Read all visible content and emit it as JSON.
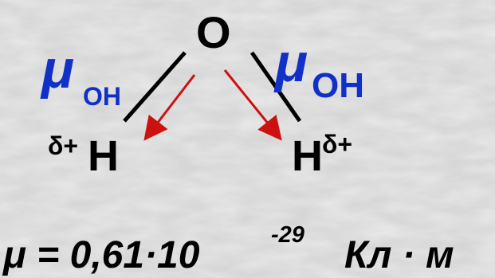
{
  "molecule": {
    "oxygen": "O",
    "hydrogen_left": "H",
    "hydrogen_right": "H",
    "charge_left": "δ+",
    "charge_right": "δ+"
  },
  "dipoles": {
    "left": {
      "symbol": "μ",
      "subscript": "OH"
    },
    "right": {
      "symbol": "μ",
      "subscript": "OH"
    }
  },
  "formula": {
    "lhs": "μ = 0,61·10",
    "exponent": "-29",
    "units": "Кл · м"
  },
  "colors": {
    "dipole_label": "#1030c8",
    "bond": "#000000",
    "arrow": "#cc1111",
    "background": "#d9d9d9"
  }
}
